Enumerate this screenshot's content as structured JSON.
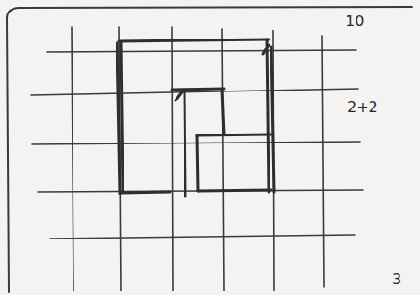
{
  "diagram": {
    "labels": [
      "10",
      "2+2",
      "3"
    ]
  }
}
